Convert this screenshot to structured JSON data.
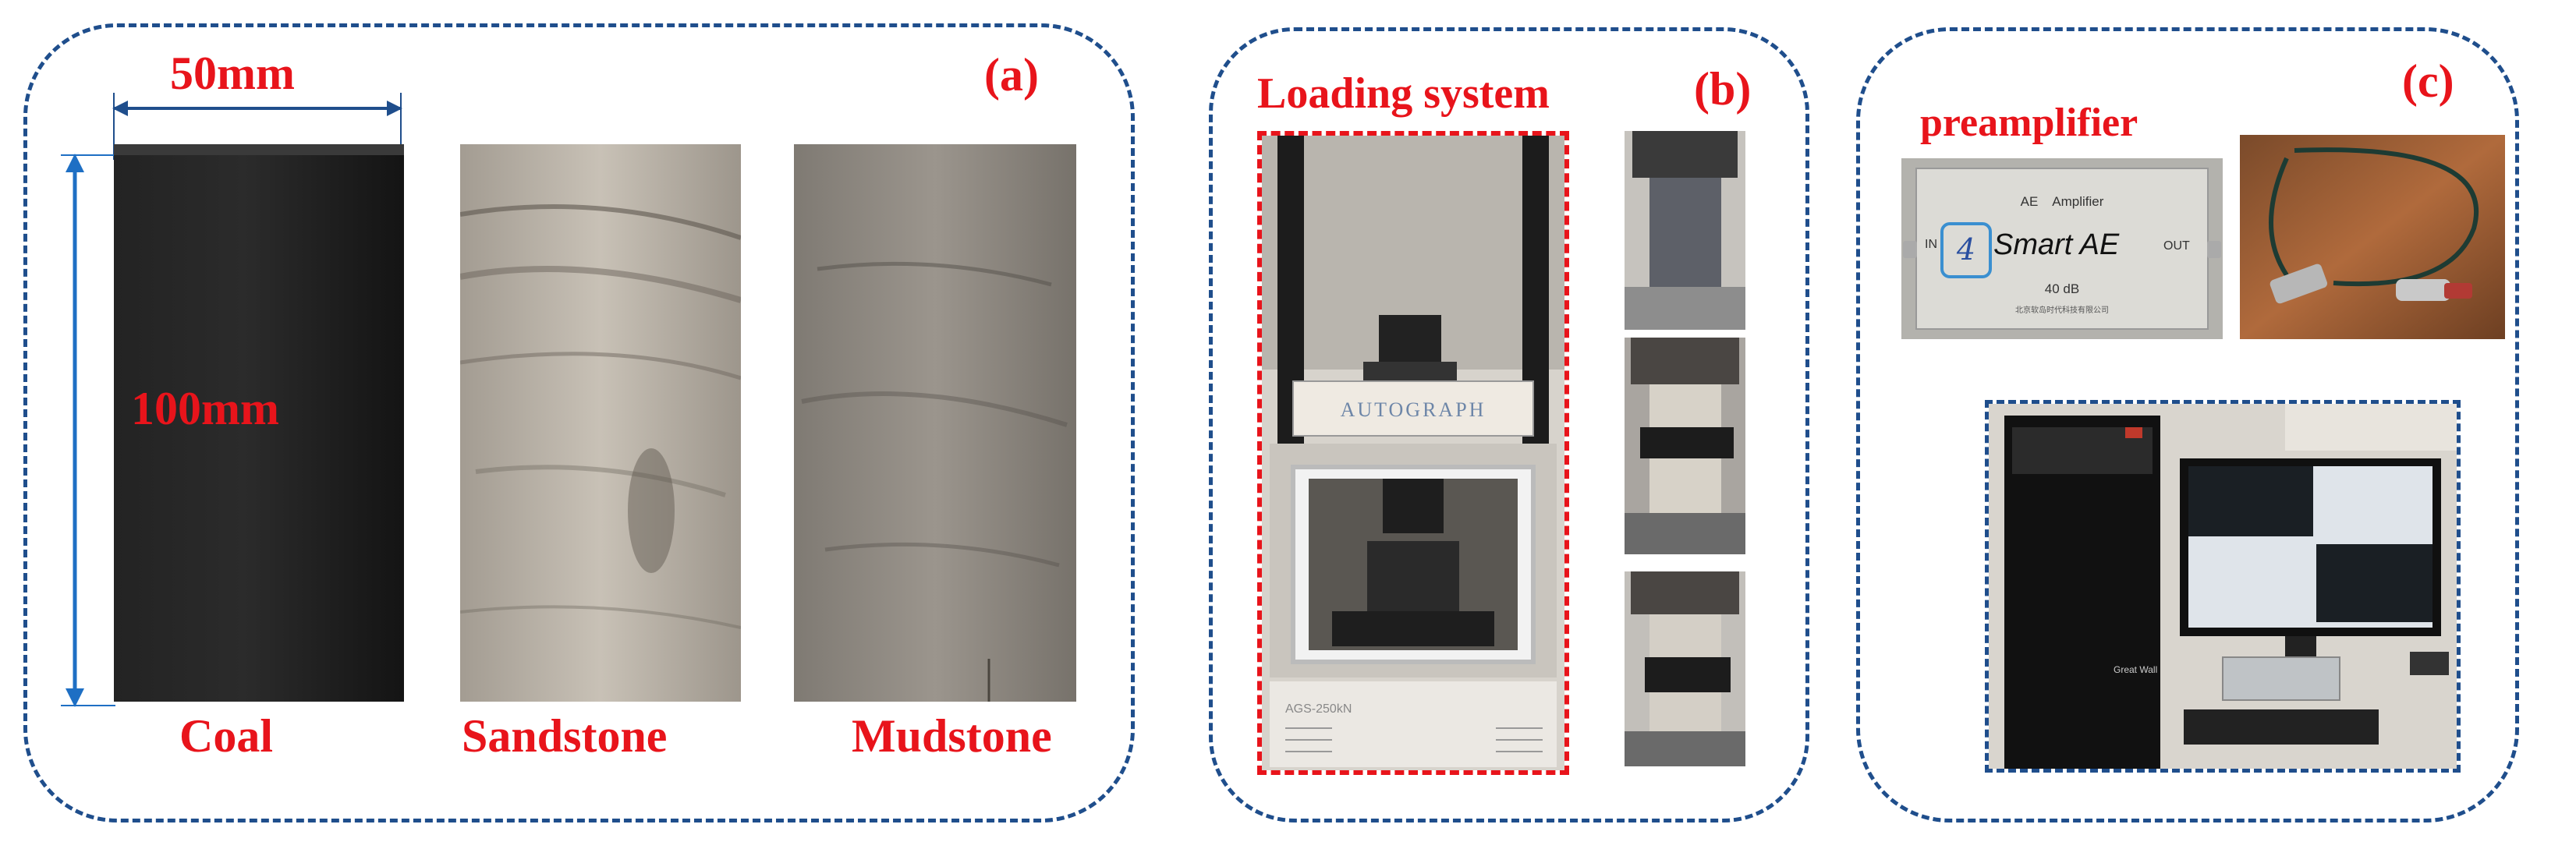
{
  "colors": {
    "accent_red": "#e8141b",
    "frame_blue": "#1f4e8c",
    "dimension_blue": "#1e6fc4"
  },
  "panel_a": {
    "tag": "(a)",
    "width_dim": "50mm",
    "height_dim": "100mm",
    "samples": [
      {
        "name": "Coal"
      },
      {
        "name": "Sandstone"
      },
      {
        "name": "Mudstone"
      }
    ]
  },
  "panel_b": {
    "tag": "(b)",
    "title": "Loading system",
    "machine_brand": "AUTOGRAPH",
    "machine_model": "AGS-250kN"
  },
  "panel_c": {
    "tag": "(c)",
    "title": "preamplifier",
    "amplifier": {
      "header": "AE    Amplifier",
      "brand": "Smart AE",
      "port_in": "IN",
      "port_out": "OUT",
      "handwritten_mark": "4",
      "gain": "40 dB",
      "maker": "北京软岛时代科技有限公司"
    },
    "pc_case_brand": "Great Wall"
  }
}
